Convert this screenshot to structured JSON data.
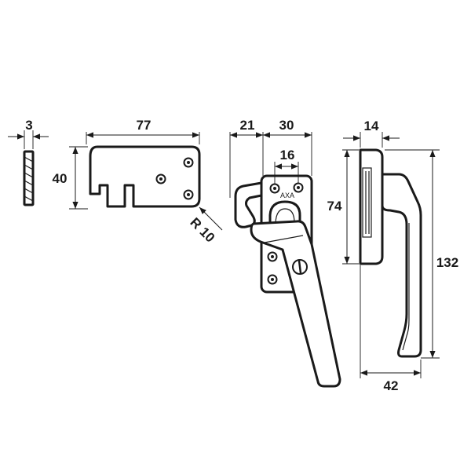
{
  "dimensions": {
    "strip_thickness": "3",
    "keeper_width": "77",
    "keeper_height": "40",
    "radius": "R 10",
    "hook_offset": "21",
    "plate_width": "30",
    "hole_spacing": "16",
    "plate_height": "74",
    "side_depth": "14",
    "overall_height": "132",
    "overall_depth": "42"
  },
  "brand_mark": "AXA",
  "colors": {
    "stroke": "#1a1a1a",
    "background": "#ffffff"
  }
}
